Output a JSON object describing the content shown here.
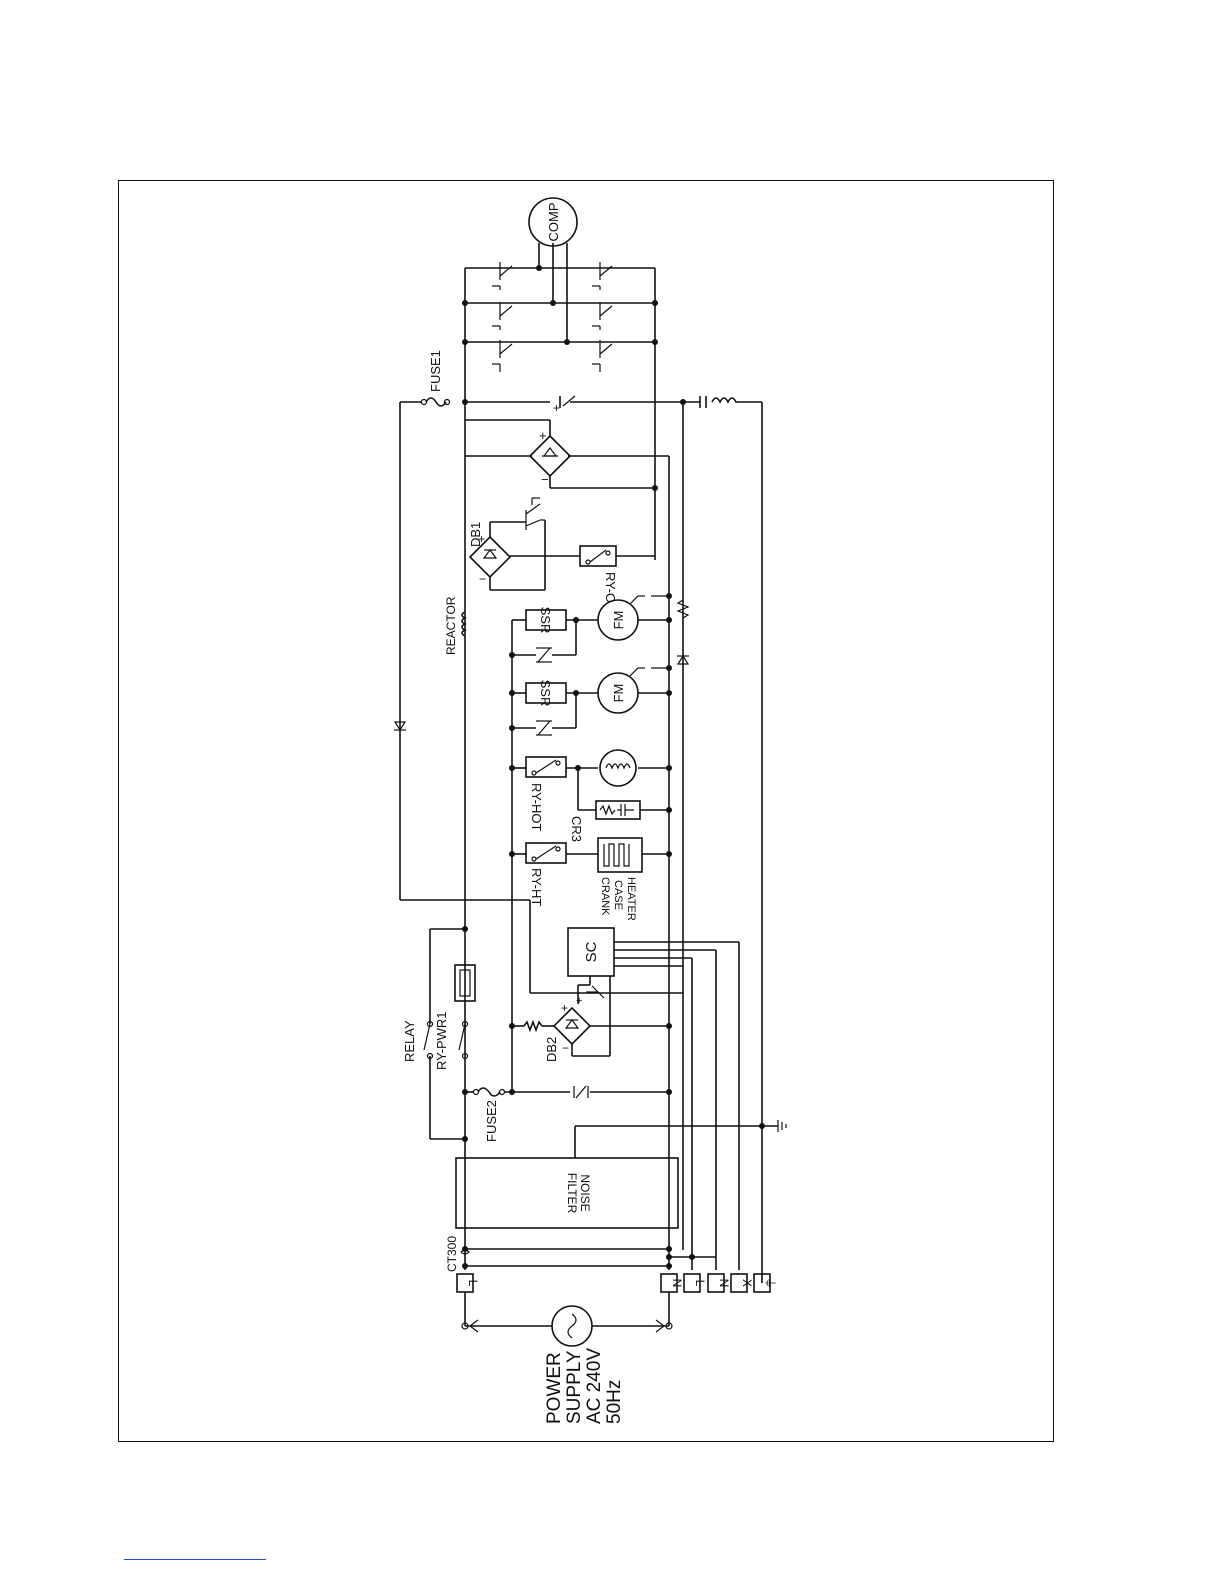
{
  "labels": {
    "comp": "COMP",
    "fuse1": "FUSE1",
    "reactor": "REACTOR",
    "db1": "DB1",
    "ry_c": "RY-C",
    "ssr_1": "SSR",
    "ssr_2": "SSR",
    "fm_1": "FM",
    "fm_2": "FM",
    "ry_hot": "RY-HOT",
    "cr3": "CR3",
    "ry_ht": "RY-HT",
    "crankcase_heater": [
      "CRANK",
      "CASE",
      "HEATER"
    ],
    "sc": "SC",
    "db2": "DB2",
    "relay": "RELAY",
    "ry_pwr1": "RY-PWR1",
    "fuse2": "FUSE2",
    "noise_filter": [
      "NOISE",
      "FILTER"
    ],
    "ct300": "CT300",
    "power_supply": [
      "POWER",
      "SUPPLY",
      "AC 240V",
      "50Hz"
    ]
  },
  "terminals": [
    "L",
    "N",
    "L",
    "N",
    "X",
    "⏚"
  ],
  "colors": {
    "ink": "#111111",
    "footer_rule": "#1f4fd0"
  }
}
